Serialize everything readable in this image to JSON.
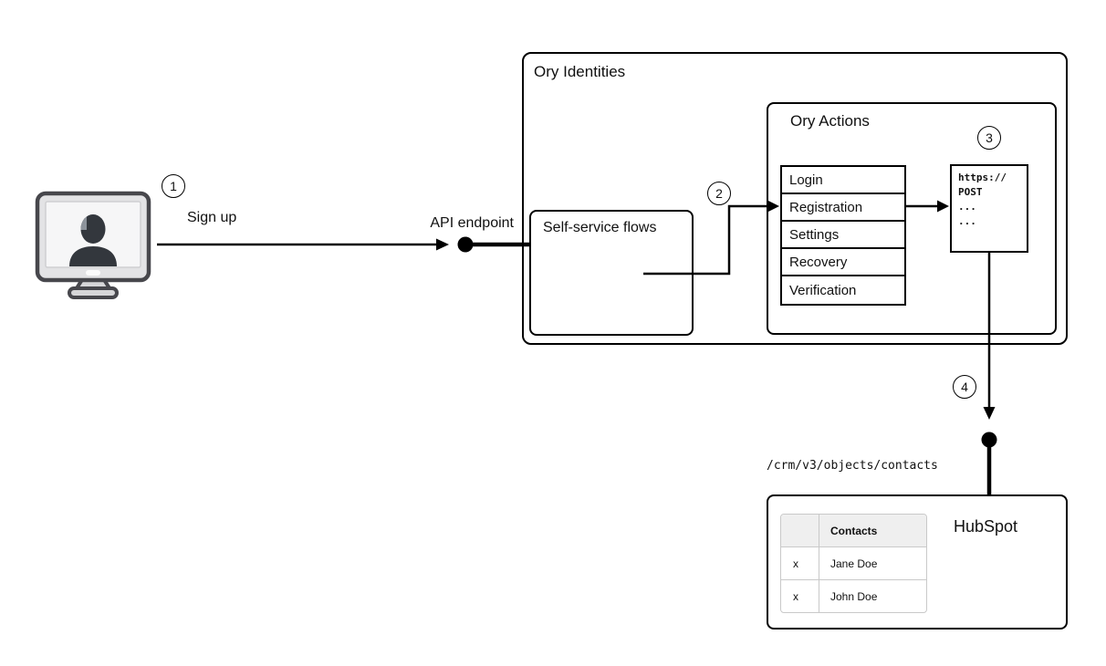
{
  "steps": [
    "1",
    "2",
    "3",
    "4"
  ],
  "client": {
    "icon": "monitor-user-icon",
    "action": "Sign up"
  },
  "api_endpoint_label": "API endpoint",
  "ory_identities": {
    "title": "Ory Identities",
    "self_service_flows_title": "Self-service flows",
    "ory_actions": {
      "title": "Ory Actions",
      "flows": [
        "Login",
        "Registration",
        "Settings",
        "Recovery",
        "Verification"
      ],
      "webhook_code": [
        "https://",
        "POST",
        "...",
        "..."
      ]
    }
  },
  "hubspot": {
    "title": "HubSpot",
    "endpoint_path": "/crm/v3/objects/contacts",
    "contacts_table": {
      "headers": [
        "",
        "Contacts"
      ],
      "rows": [
        [
          "x",
          "Jane Doe"
        ],
        [
          "x",
          "John Doe"
        ]
      ]
    }
  },
  "colors": {
    "line": "#000000",
    "table_header_bg": "#efefef",
    "table_border": "#c9c9c9"
  }
}
